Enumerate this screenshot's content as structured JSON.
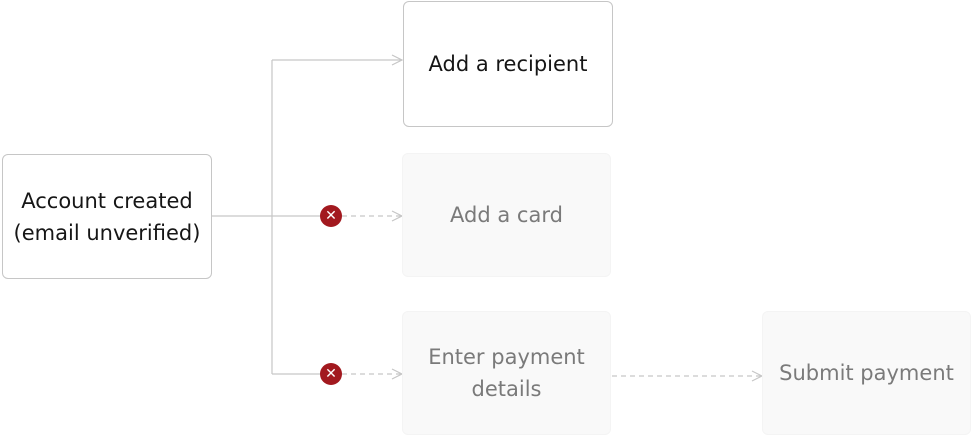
{
  "nodes": {
    "account_created": {
      "line1": "Account created",
      "line2": "(email unverified)"
    },
    "add_recipient": {
      "label": "Add a recipient"
    },
    "add_card": {
      "label": "Add a card"
    },
    "enter_payment_details": {
      "line1": "Enter payment",
      "line2": "details"
    },
    "submit_payment": {
      "label": "Submit payment"
    }
  },
  "icons": {
    "blocked": "close-icon"
  },
  "colors": {
    "active_border": "#c6c6c6",
    "active_text": "#161616",
    "disabled_fill": "#f9f9f9",
    "disabled_text": "#7a7a7a",
    "connector": "#c6c6c6",
    "dashed_connector": "#c6c6c6",
    "blocked_badge": "#a2191f"
  }
}
